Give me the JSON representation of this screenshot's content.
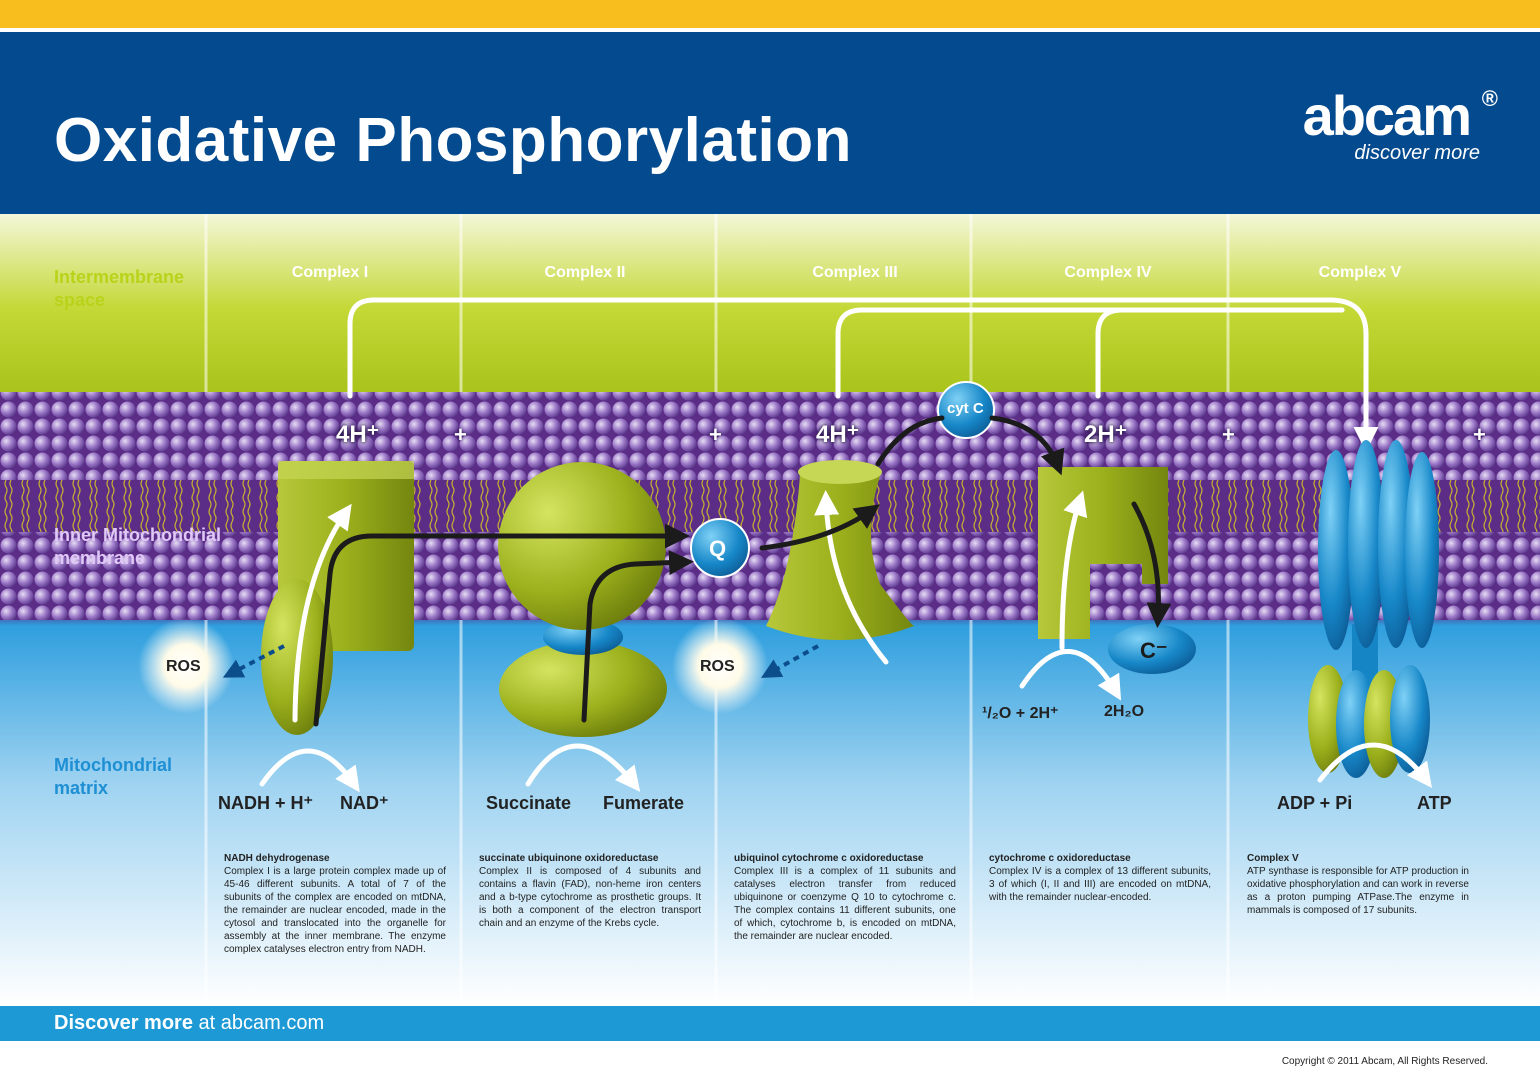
{
  "header": {
    "title": "Oxidative Phosphorylation"
  },
  "logo": {
    "name": "abcam",
    "registered": "®",
    "tagline": "discover more"
  },
  "regions": {
    "intermembrane": "Intermembrane space",
    "membrane": "Inner Mitochondrial membrane",
    "matrix": "Mitochondrial matrix"
  },
  "complexes": [
    "Complex I",
    "Complex II",
    "Complex III",
    "Complex IV",
    "Complex V"
  ],
  "protons": {
    "c1": "4H⁺",
    "c3": "4H⁺",
    "c4": "2H⁺"
  },
  "plus_sign": "+",
  "carriers": {
    "cytc": "cyt C",
    "q": "Q",
    "c": "C⁻"
  },
  "ros": "ROS",
  "reactions": {
    "nadh": "NADH + H⁺",
    "nad": "NAD⁺",
    "succinate": "Succinate",
    "fumerate": "Fumerate",
    "oxygen": "¹/₂O + 2H⁺",
    "water": "2H₂O",
    "adp": "ADP + Pi",
    "atp": "ATP"
  },
  "descriptions": [
    {
      "title": "NADH dehydrogenase",
      "text": "Complex I is a large protein complex made up of 45-46 different subunits. A total of 7 of the subunits of the complex are encoded on mtDNA, the remainder are nuclear encoded, made in the cytosol and translocated into the organelle for assembly at the inner membrane. The enzyme complex catalyses electron entry from NADH."
    },
    {
      "title": "succinate ubiquinone oxidoreductase",
      "text": "Complex II is composed of 4 subunits and contains a flavin (FAD), non-heme iron centers and a b-type cytochrome as prosthetic groups. It is both a component of the electron transport chain and an enzyme of the Krebs cycle."
    },
    {
      "title": "ubiquinol cytochrome c oxidoreductase",
      "text": "Complex III is a complex of 11 subunits and catalyses electron transfer from reduced ubiquinone or coenzyme Q 10 to cytochrome c. The complex contains 11 different subunits, one of which, cytochrome b, is encoded on mtDNA, the remainder are nuclear encoded."
    },
    {
      "title": "cytochrome c oxidoreductase",
      "text": "Complex IV is a complex of 13 different subunits, 3 of which (I, II and III) are encoded on mtDNA, with the remainder nuclear-encoded."
    },
    {
      "title": "Complex V",
      "text": "ATP synthase is responsible for ATP production in oxidative phosphorylation and can work in reverse as a proton pumping ATPase.The enzyme in mammals is composed of 17 subunits."
    }
  ],
  "footer": {
    "bold": "Discover more",
    "rest": " at abcam.com",
    "copyright": "Copyright © 2011 Abcam, All Rights Reserved."
  },
  "colors": {
    "accent_yellow": "#f7be1e",
    "header_blue": "#044a8f",
    "membrane_purple": "#6a3c97",
    "enzyme_green": "#9bb01c",
    "matrix_blue": "#1d9ad6",
    "region_green": "#b9d21a"
  }
}
